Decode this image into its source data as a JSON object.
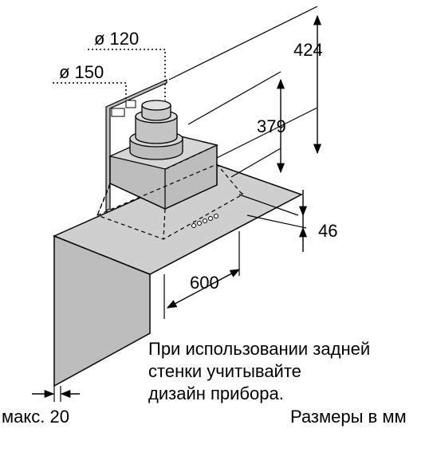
{
  "dimensions": {
    "diameter_120": "ø 120",
    "diameter_150": "ø 150",
    "height_424": "424",
    "height_379": "379",
    "depth_46": "46",
    "width_600": "600"
  },
  "labels": {
    "max_gap": "макс. 20",
    "units": "Размеры в мм"
  },
  "note": {
    "line1": "При использовании задней",
    "line2": "стенки учитывайте",
    "line3": "дизайн прибора."
  }
}
